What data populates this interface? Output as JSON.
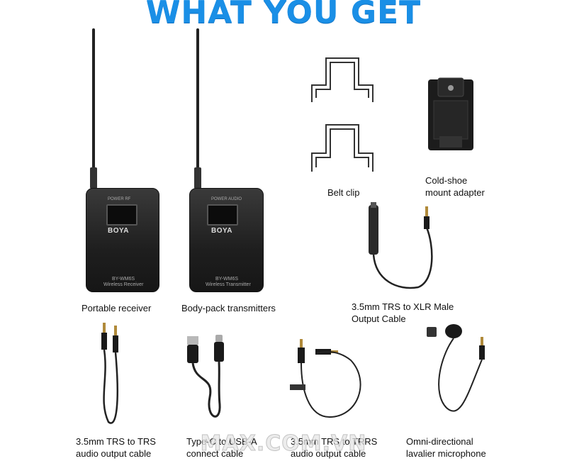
{
  "header": {
    "title": "WHAT YOU GET"
  },
  "items": [
    {
      "label": "Portable receiver"
    },
    {
      "label": "Body-pack transmitters"
    },
    {
      "label": "Belt clip"
    },
    {
      "label": "Cold-shoe\nmount adapter"
    },
    {
      "label": "3.5mm TRS to XLR Male\nOutput Cable"
    },
    {
      "label": "3.5mm TRS to TRS\naudio output cable"
    },
    {
      "label": "Type-C to USB-A\nconnect cable"
    },
    {
      "label": "3.5mm TRS to TRRS\naudio output cable"
    },
    {
      "label": "Omni-directional\nlavalier microphone"
    }
  ],
  "devices": {
    "brand": "BOYA",
    "receiver_model": "BY-WM6S",
    "receiver_subtitle": "Wireless Receiver",
    "transmitter_model": "BY-WM6S",
    "transmitter_subtitle": "Wireless Transmitter",
    "receiver_top": "POWER   RF",
    "transmitter_top": "POWER   AUDIO"
  },
  "watermark": "MAX.COM.VN",
  "colors": {
    "title": "#1a8fe6",
    "device": "#222222"
  }
}
